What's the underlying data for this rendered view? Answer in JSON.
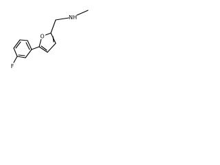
{
  "molecule": {
    "atom_labels": {
      "fluorine": "F",
      "furan_oxygen": "O",
      "amine": "NH"
    },
    "colors": {
      "background": "#ffffff",
      "bond": "#000000",
      "text": "#000000"
    }
  }
}
